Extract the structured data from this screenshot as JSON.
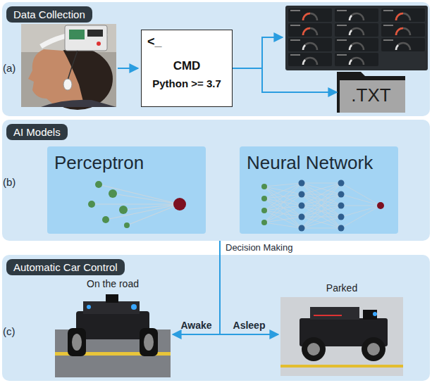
{
  "diagram": {
    "nodes": [
      {
        "text": [
          "Data Collection"
        ]
      },
      {
        "text": [
          "<_",
          "CMD",
          "Python >= 3.7"
        ],
        "in": 0
      },
      {
        "text": [
          ".TXT"
        ],
        "in": 0
      },
      {
        "text": [
          "AI Models"
        ]
      },
      {
        "text": [
          "Perceptron"
        ],
        "in": 3
      },
      {
        "text": [
          "Neural Network"
        ],
        "in": 3
      },
      {
        "text": [
          "Automatic Car Control"
        ]
      },
      {
        "text": [
          "On the road"
        ],
        "in": 6
      },
      {
        "text": [
          "Parked"
        ],
        "in": 6
      }
    ],
    "edges": [
      {
        "from": 1,
        "to": 2,
        "arrow": "to"
      },
      {
        "from": 3,
        "to": 7,
        "label": "Awake",
        "arrow": "to"
      },
      {
        "from": 3,
        "to": 8,
        "label": "Asleep",
        "arrow": "to"
      }
    ],
    "labels": [
      "(a)",
      "(b)",
      "(c)",
      "Decision Making"
    ]
  }
}
